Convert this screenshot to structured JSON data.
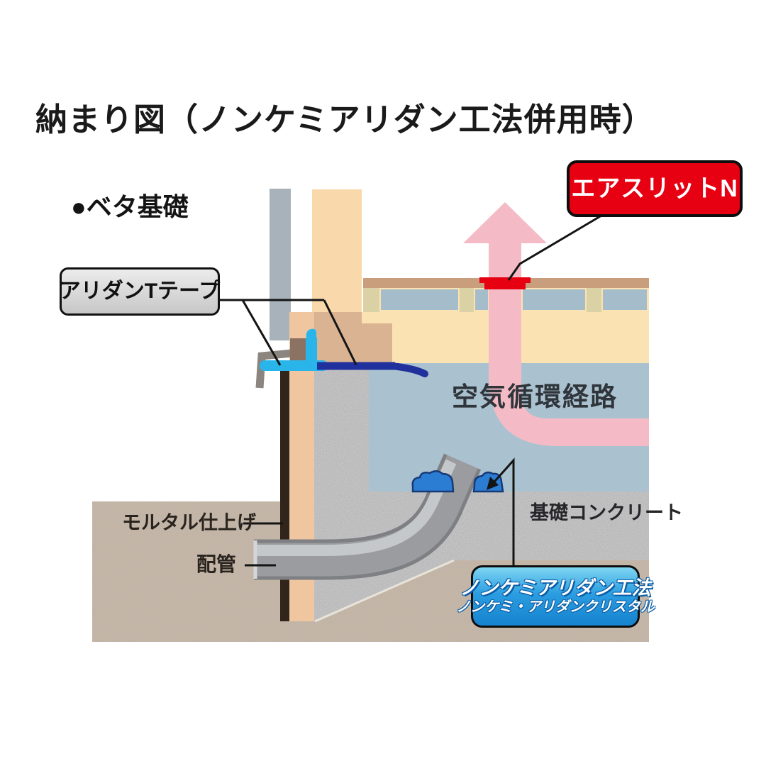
{
  "title": "納まり図（ノンケミアリダン工法併用時）",
  "foundation_type_label": "●ベタ基礎",
  "callouts": {
    "air_slit": "エアスリットN",
    "aridan_t_tape": "アリダンTテープ",
    "nonchemi_method": "ノンケミアリダン工法",
    "nonchemi_crystal": "ノンケミ・アリダンクリスタル"
  },
  "labels": {
    "air_circulation_path": "空気循環経路",
    "foundation_concrete": "基礎コンクリート",
    "mortar_finish": "モルタル仕上げ",
    "piping": "配管"
  },
  "colors": {
    "air_slit_red": "#e60012",
    "badge_blue_top": "#7fd6f2",
    "badge_blue_bottom": "#1583cf",
    "air_flow_pink": "#f4bbc6",
    "crawl_space_blue": "#aac2cf",
    "insulation_cream": "#fbe2b2",
    "floor_board_tan": "#c89e7c",
    "concrete_gray": "#c4c4c4",
    "ground_tan": "#c2b4a5",
    "tape_navy": "#20309c",
    "tape_cyan": "#2ab5ea"
  }
}
